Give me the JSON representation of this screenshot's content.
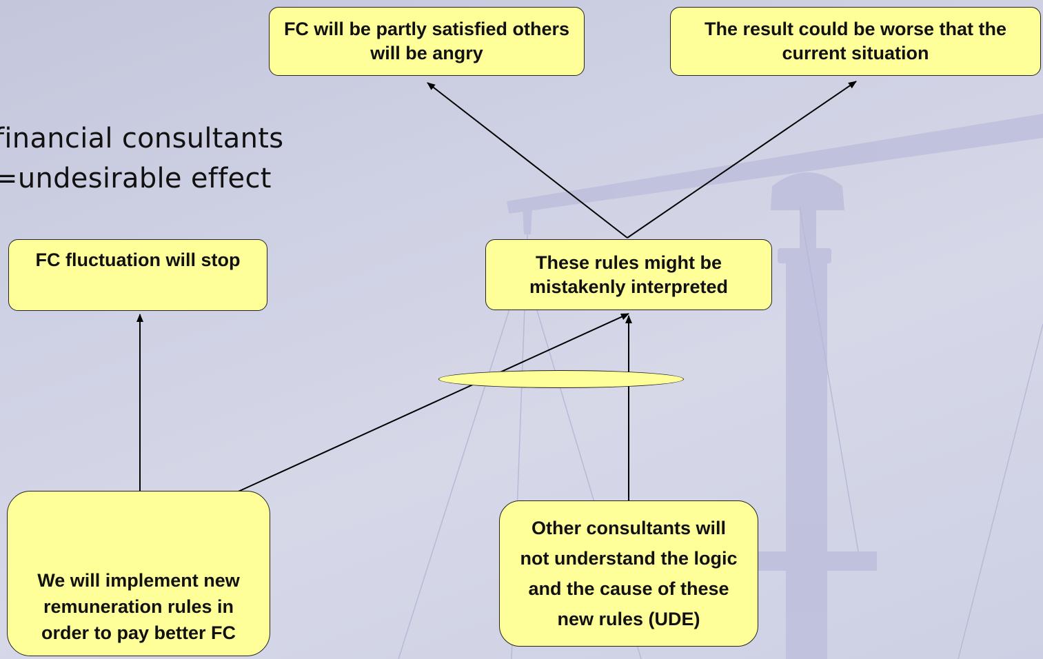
{
  "legend": {
    "line1": "financial consultants",
    "line2": "=undesirable effect"
  },
  "nodes": {
    "fc_partly_satisfied": "FC will be partly satisfied others will be angry",
    "worse_result": "The result could be worse that the current situation",
    "fluctuation_stop": "FC fluctuation will stop",
    "rules_misinterpreted": "These rules might be mistakenly interpreted",
    "implement_rules": "We will implement new remuneration rules in order to pay better FC",
    "consultants_misunderstand": "Other consultants will not understand the logic and the cause of these new rules (UDE)"
  },
  "colors": {
    "node_fill": "#ffff99",
    "node_border": "#222222",
    "background": "#cfd1e4"
  }
}
